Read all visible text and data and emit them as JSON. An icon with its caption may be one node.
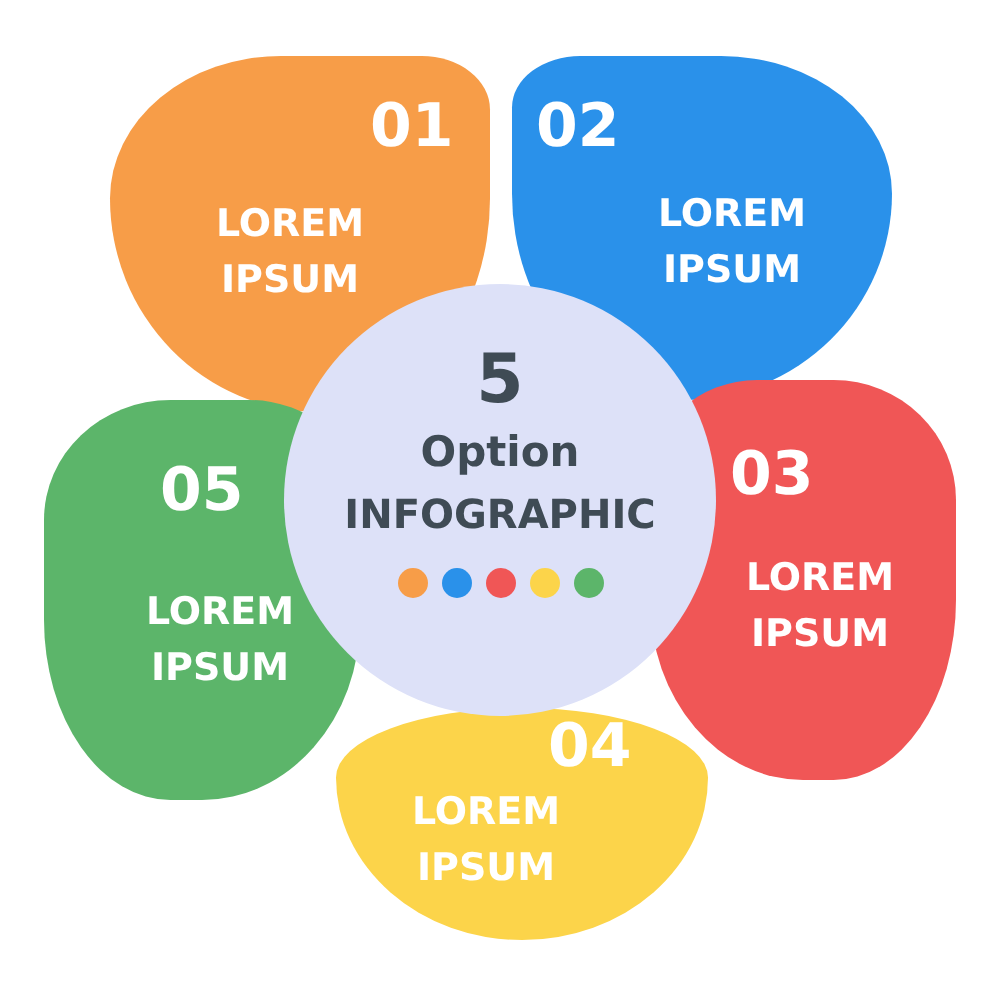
{
  "diagram": {
    "nodes": [
      {
        "text": [
          "01",
          "LOREM IPSUM"
        ]
      },
      {
        "text": [
          "02",
          "LOREM IPSUM"
        ]
      },
      {
        "text": [
          "03",
          "LOREM IPSUM"
        ]
      },
      {
        "text": [
          "04",
          "LOREM IPSUM"
        ]
      },
      {
        "text": [
          "05",
          "LOREM IPSUM"
        ]
      },
      {
        "text": [
          "5",
          "Option",
          "INFOGRAPHIC"
        ]
      }
    ]
  }
}
